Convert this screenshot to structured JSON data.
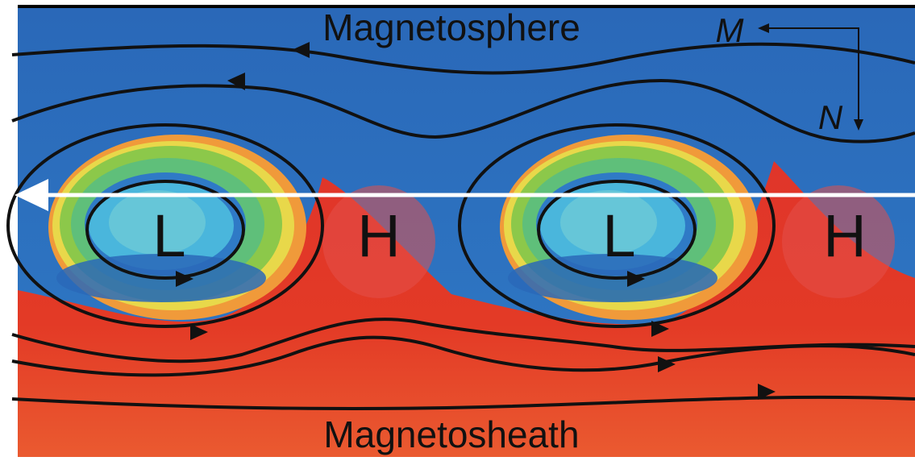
{
  "labels": {
    "top_region": "Magnetosphere",
    "bottom_region": "Magnetosheath",
    "low_pressure_1": "L",
    "high_pressure_1": "H",
    "low_pressure_2": "L",
    "high_pressure_2": "H",
    "axis_m": "M",
    "axis_n": "N"
  },
  "colors": {
    "magnetosphere": "#1f5fb4",
    "magnetosheath": "#e03a28",
    "vortex_green": "#7fc24a",
    "vortex_yellow": "#e8d84a",
    "vortex_cyan": "#4fb8e0",
    "field_lines": "#111111",
    "cut_arrow": "#ffffff"
  }
}
